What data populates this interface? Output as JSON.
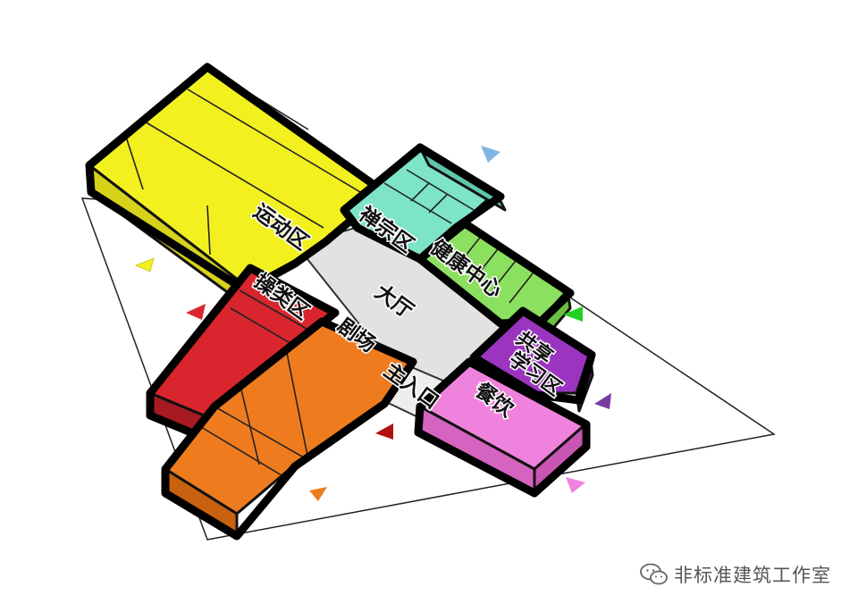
{
  "zones": {
    "sports": "运动区",
    "zen": "禅宗区",
    "health": "健康中心",
    "lobby": "大厅",
    "gymnastics": "操类区",
    "theater": "剧场",
    "sharing_line1": "共享",
    "sharing_line2": "学习区",
    "entrance": "主入口",
    "dining": "餐饮"
  },
  "colors": {
    "sports": "#f3f020",
    "zen": "#7de4c8",
    "health": "#8ce05f",
    "lobby": "#e2e2e2",
    "gymnastics": "#d9262e",
    "theater": "#ee7c1e",
    "sharing": "#9b35c0",
    "dining": "#ef82dc"
  },
  "watermark": {
    "text": "非标准建筑工作室",
    "icon": "wechat-icon"
  }
}
